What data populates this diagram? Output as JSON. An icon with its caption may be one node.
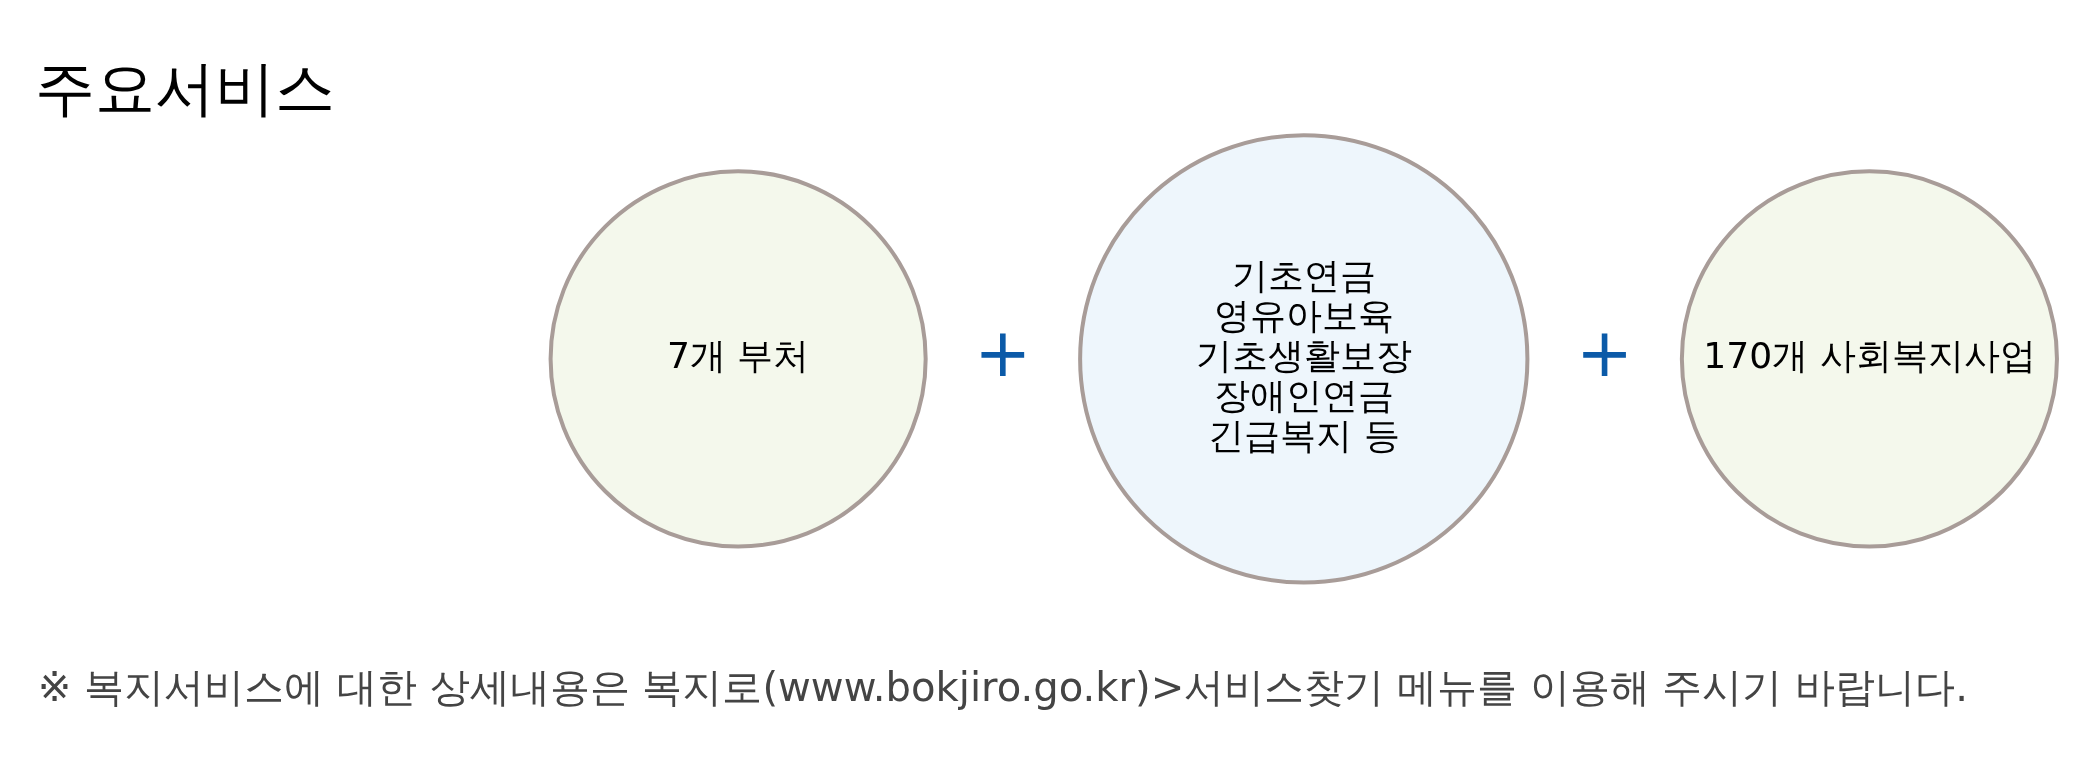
{
  "diagram": {
    "title": "주요서비스",
    "nodes": [
      {
        "text": [
          "7개 부처"
        ]
      },
      {
        "text": [
          "기초연금",
          "영유아보육",
          "기초생활보장",
          "장애인연금",
          "긴급복지 등"
        ]
      },
      {
        "text": [
          "170개 사회복지사업"
        ]
      }
    ],
    "edges": [],
    "labels": [
      "+",
      "+",
      "※ 복지서비스에 대한 상세내용은 복지로(www.bokjiro.go.kr)>서비스찾기 메뉴를 이용해 주시기 바랍니다."
    ]
  }
}
